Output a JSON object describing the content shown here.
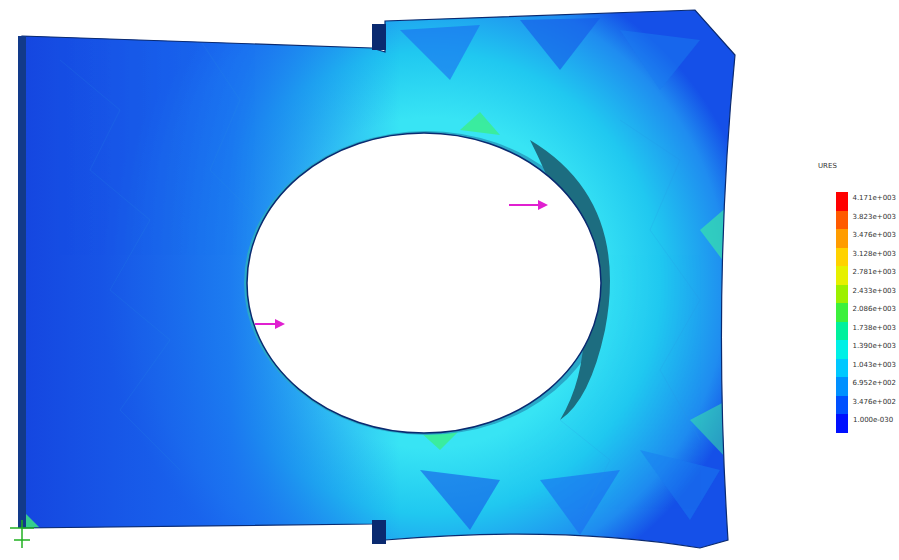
{
  "diagram": {
    "labels": [
      "URES"
    ],
    "legend": [
      {
        "text": "4.171e+003",
        "color": "#ff0000"
      },
      {
        "text": "3.823e+003",
        "color": "#ff5a00"
      },
      {
        "text": "3.476e+003",
        "color": "#ff9c00"
      },
      {
        "text": "3.128e+003",
        "color": "#ffd200"
      },
      {
        "text": "2.781e+003",
        "color": "#e6f000"
      },
      {
        "text": "2.433e+003",
        "color": "#9cf000"
      },
      {
        "text": "2.086e+003",
        "color": "#3cf03c"
      },
      {
        "text": "1.738e+003",
        "color": "#00f09c"
      },
      {
        "text": "1.390e+003",
        "color": "#00f0e6"
      },
      {
        "text": "1.043e+003",
        "color": "#00c8ff"
      },
      {
        "text": "6.952e+002",
        "color": "#0090ff"
      },
      {
        "text": "3.476e+002",
        "color": "#0050ff"
      },
      {
        "text": "1.000e-030",
        "color": "#0010ff"
      }
    ]
  }
}
